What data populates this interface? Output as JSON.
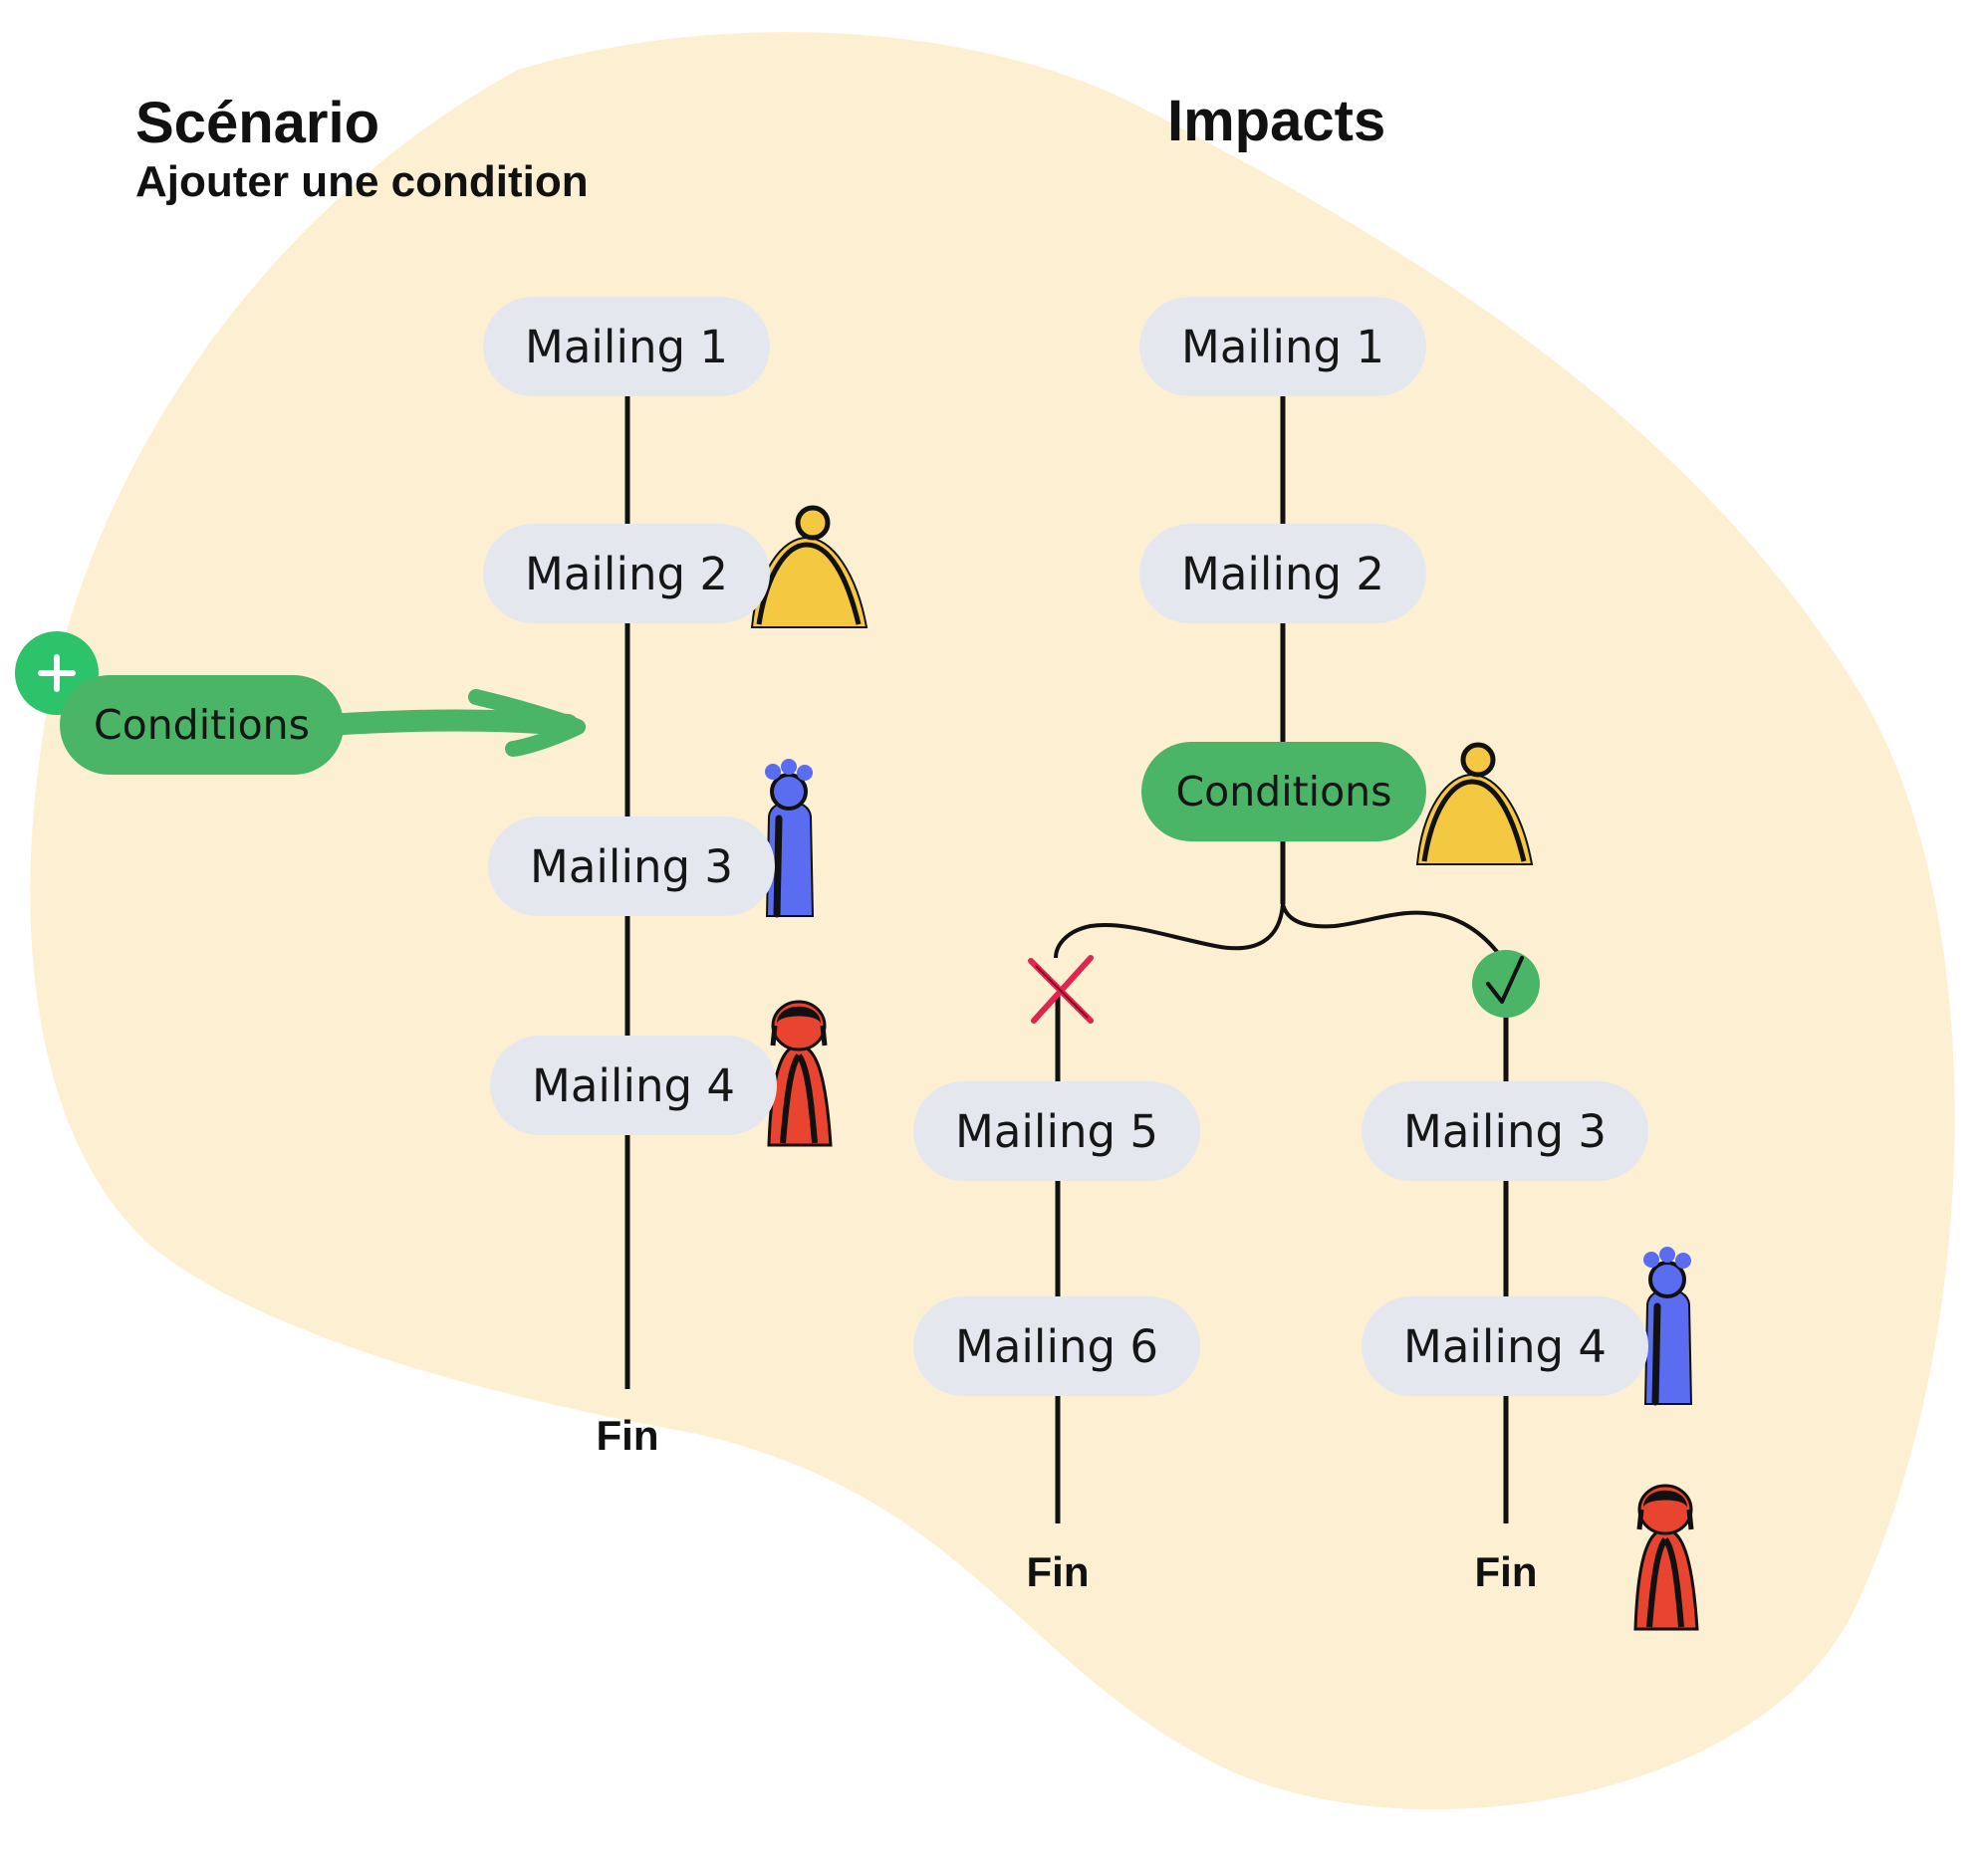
{
  "scenario": {
    "title": "Scénario",
    "subtitle": "Ajouter une condition",
    "mailings": [
      "Mailing 1",
      "Mailing 2",
      "Mailing 3",
      "Mailing 4"
    ],
    "conditions_label": "Conditions",
    "add_icon_symbol": "+",
    "end_label": "Fin"
  },
  "impacts": {
    "title": "Impacts",
    "mailings_top": [
      "Mailing 1",
      "Mailing 2"
    ],
    "conditions_label": "Conditions",
    "branch_no": {
      "mailings": [
        "Mailing 5",
        "Mailing 6"
      ],
      "end_label": "Fin"
    },
    "branch_yes": {
      "mailings": [
        "Mailing 3",
        "Mailing 4"
      ],
      "end_label": "Fin"
    }
  },
  "colors": {
    "background_blob": "#fdf0d2",
    "mailing_pill": "#e4e8ee",
    "conditions_green": "#4ab467",
    "add_button_green": "#2cc36b",
    "check_green": "#4ab467",
    "cross_red": "#e0254e",
    "person_yellow": "#f5c842",
    "person_blue": "#5a6cf0",
    "person_red": "#e8442f",
    "line": "#111111"
  },
  "icons": [
    "plus-icon",
    "arrow-right-icon",
    "cross-icon",
    "check-icon",
    "person-yellow-icon",
    "person-blue-icon",
    "person-red-icon"
  ]
}
